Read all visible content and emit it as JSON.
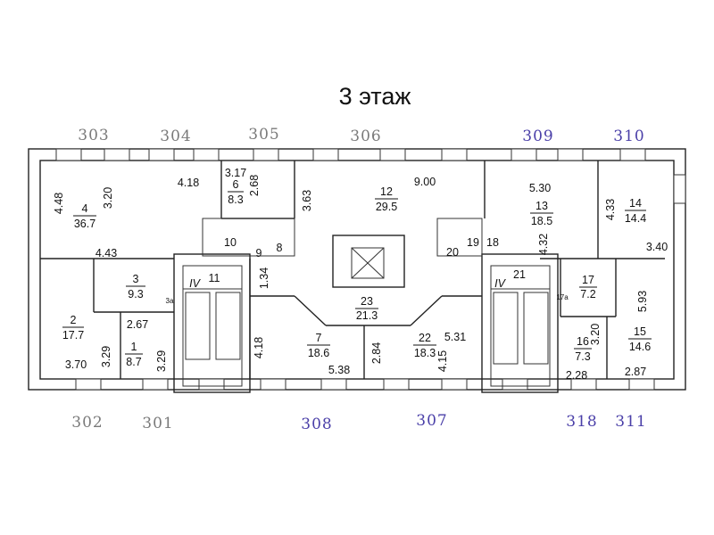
{
  "title": "3 этаж",
  "handwritten_room_numbers": {
    "top": [
      "303",
      "304",
      "305",
      "306",
      "309",
      "310"
    ],
    "bottom": [
      "302",
      "301",
      "308",
      "307",
      "318",
      "311"
    ],
    "colors": {
      "pencil": "#7a7a7a",
      "ink": "#4a3fa8"
    }
  },
  "rooms": [
    {
      "id": "4",
      "area": "36.7",
      "dims": [
        "4.48",
        "3.20",
        "4.18",
        "4.43"
      ]
    },
    {
      "id": "6",
      "area": "8.3",
      "dims": [
        "3.17",
        "2.68"
      ]
    },
    {
      "id": "12",
      "area": "29.5",
      "dims": [
        "9.00",
        "3.63"
      ]
    },
    {
      "id": "13",
      "area": "18.5",
      "dims": [
        "5.30",
        "4.32"
      ]
    },
    {
      "id": "14",
      "area": "14.4",
      "dims": [
        "4.33",
        "3.40"
      ]
    },
    {
      "id": "3",
      "area": "9.3",
      "dims": []
    },
    {
      "id": "2",
      "area": "17.7",
      "dims": [
        "3.29",
        "3.70"
      ]
    },
    {
      "id": "1",
      "area": "8.7",
      "dims": [
        "2.67",
        "3.29"
      ]
    },
    {
      "id": "7",
      "area": "18.6",
      "dims": [
        "4.18",
        "5.38"
      ]
    },
    {
      "id": "22",
      "area": "18.3",
      "dims": [
        "2.84",
        "5.31",
        "4.15"
      ]
    },
    {
      "id": "23",
      "area": "21.3",
      "dims": [
        "1.34"
      ]
    },
    {
      "id": "17",
      "area": "7.2",
      "dims": []
    },
    {
      "id": "16",
      "area": "7.3",
      "dims": [
        "3.20",
        "2.28"
      ]
    },
    {
      "id": "15",
      "area": "14.6",
      "dims": [
        "5.93",
        "2.87"
      ]
    }
  ],
  "small_labels": [
    "10",
    "9",
    "8",
    "19",
    "18",
    "20",
    "11",
    "21",
    "3а",
    "17а",
    "IV",
    "IV"
  ]
}
